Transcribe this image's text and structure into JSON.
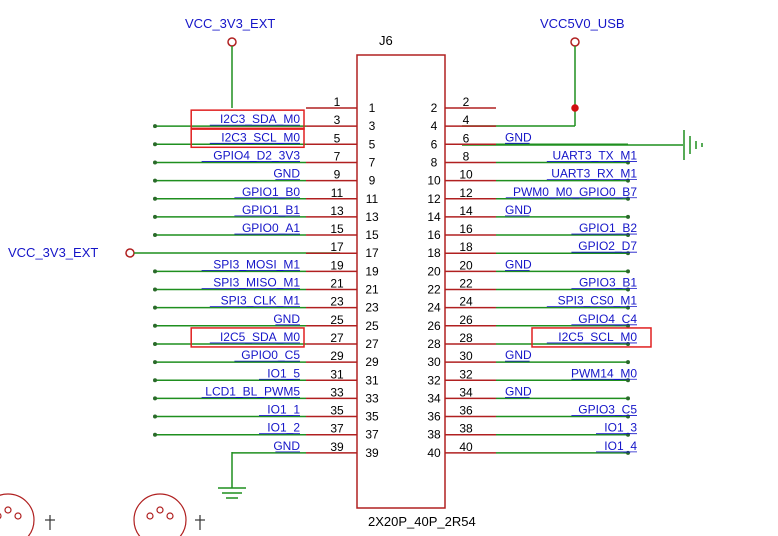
{
  "header": {
    "vcc_3v3_ext_top": "VCC_3V3_EXT",
    "vcc5v0_usb": "VCC5V0_USB",
    "vcc_3v3_ext_left": "VCC_3V3_EXT"
  },
  "connector": {
    "refdes": "J6",
    "footprint": "2X20P_40P_2R54"
  },
  "left_pins": [
    {
      "num": "1",
      "net": ""
    },
    {
      "num": "3",
      "net": "I2C3_SDA_M0"
    },
    {
      "num": "5",
      "net": "I2C3_SCL_M0"
    },
    {
      "num": "7",
      "net": "GPIO4_D2_3V3"
    },
    {
      "num": "9",
      "net": "GND"
    },
    {
      "num": "11",
      "net": "GPIO1_B0"
    },
    {
      "num": "13",
      "net": "GPIO1_B1"
    },
    {
      "num": "15",
      "net": "GPIO0_A1"
    },
    {
      "num": "17",
      "net": ""
    },
    {
      "num": "19",
      "net": "SPI3_MOSI_M1"
    },
    {
      "num": "21",
      "net": "SPI3_MISO_M1"
    },
    {
      "num": "23",
      "net": "SPI3_CLK_M1"
    },
    {
      "num": "25",
      "net": "GND"
    },
    {
      "num": "27",
      "net": "I2C5_SDA_M0"
    },
    {
      "num": "29",
      "net": "GPIO0_C5"
    },
    {
      "num": "31",
      "net": "IO1_5"
    },
    {
      "num": "33",
      "net": "LCD1_BL_PWM5"
    },
    {
      "num": "35",
      "net": "IO1_1"
    },
    {
      "num": "37",
      "net": "IO1_2"
    },
    {
      "num": "39",
      "net": "GND"
    }
  ],
  "right_pins": [
    {
      "num": "2",
      "net": ""
    },
    {
      "num": "4",
      "net": ""
    },
    {
      "num": "6",
      "net": "GND"
    },
    {
      "num": "8",
      "net": "UART3_TX_M1"
    },
    {
      "num": "10",
      "net": "UART3_RX_M1"
    },
    {
      "num": "12",
      "net": "PWM0_M0_GPIO0_B7"
    },
    {
      "num": "14",
      "net": "GND"
    },
    {
      "num": "16",
      "net": "GPIO1_B2"
    },
    {
      "num": "18",
      "net": "GPIO2_D7"
    },
    {
      "num": "20",
      "net": "GND"
    },
    {
      "num": "22",
      "net": "GPIO3_B1"
    },
    {
      "num": "24",
      "net": "SPI3_CS0_M1"
    },
    {
      "num": "26",
      "net": "GPIO4_C4"
    },
    {
      "num": "28",
      "net": "I2C5_SCL_M0"
    },
    {
      "num": "30",
      "net": "GND"
    },
    {
      "num": "32",
      "net": "PWM14_M0"
    },
    {
      "num": "34",
      "net": "GND"
    },
    {
      "num": "36",
      "net": "GPIO3_C5"
    },
    {
      "num": "38",
      "net": "IO1_3"
    },
    {
      "num": "40",
      "net": "IO1_4"
    }
  ],
  "highlighted_nets": [
    "I2C3_SDA_M0",
    "I2C3_SCL_M0",
    "I2C5_SDA_M0",
    "I2C5_SCL_M0"
  ],
  "colors": {
    "wire": "#1f8f1f",
    "pin": "#b02020",
    "net_label": "#1515c8",
    "highlight": "#e02020",
    "body": "#b02020"
  }
}
